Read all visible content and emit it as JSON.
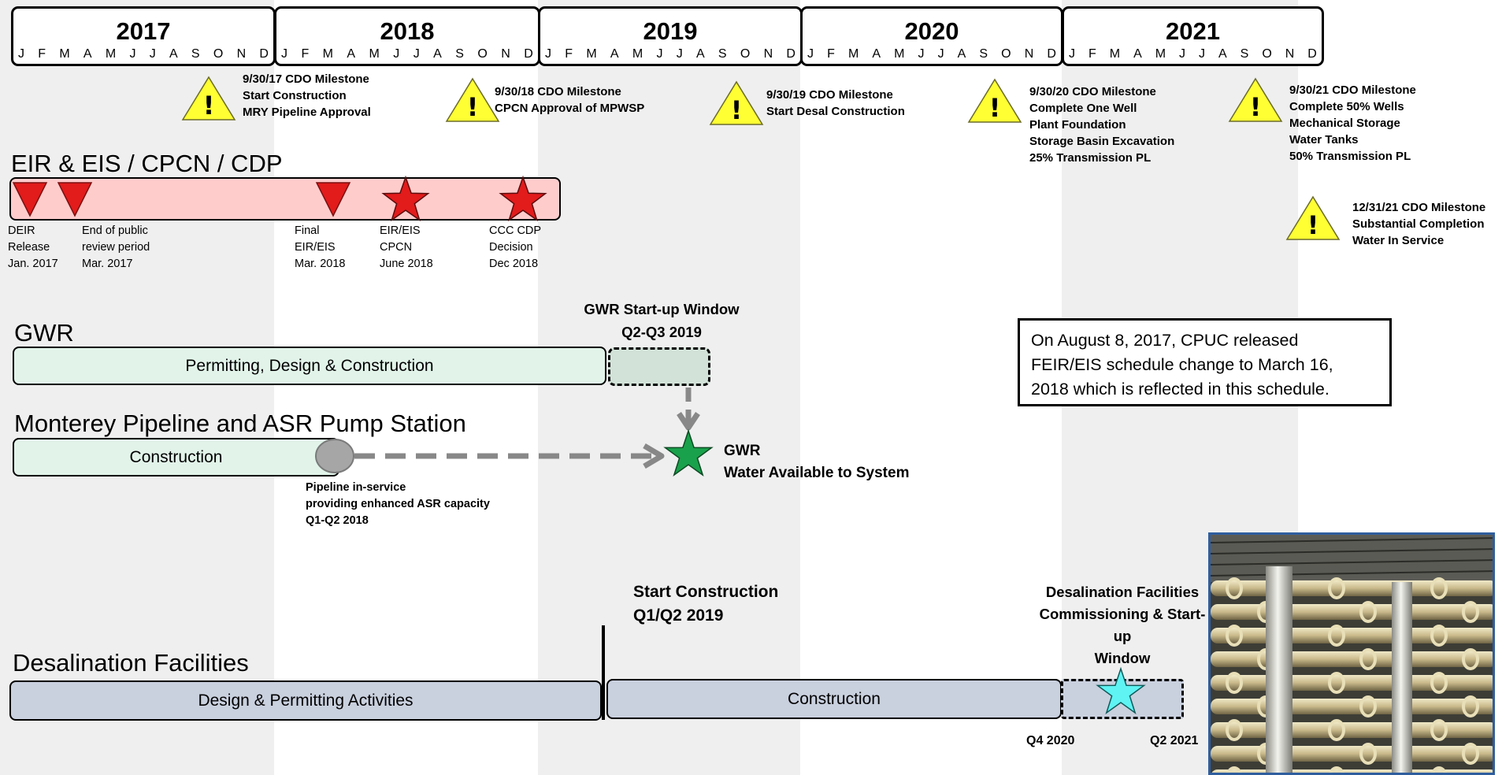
{
  "timeline": {
    "years": [
      {
        "label": "2017",
        "months": [
          "J",
          "F",
          "M",
          "A",
          "M",
          "J",
          "J",
          "A",
          "S",
          "O",
          "N",
          "D"
        ]
      },
      {
        "label": "2018",
        "months": [
          "J",
          "F",
          "M",
          "A",
          "M",
          "J",
          "J",
          "A",
          "S",
          "O",
          "N",
          "D"
        ]
      },
      {
        "label": "2019",
        "months": [
          "J",
          "F",
          "M",
          "A",
          "M",
          "J",
          "J",
          "A",
          "S",
          "O",
          "N",
          "D"
        ]
      },
      {
        "label": "2020",
        "months": [
          "J",
          "F",
          "M",
          "A",
          "M",
          "J",
          "J",
          "A",
          "S",
          "O",
          "N",
          "D"
        ]
      },
      {
        "label": "2021",
        "months": [
          "J",
          "F",
          "M",
          "A",
          "M",
          "J",
          "J",
          "A",
          "S",
          "O",
          "N",
          "D"
        ]
      }
    ]
  },
  "milestones": [
    {
      "lines": [
        "9/30/17 CDO Milestone",
        "Start Construction",
        "MRY Pipeline Approval"
      ]
    },
    {
      "lines": [
        "9/30/18 CDO Milestone",
        "CPCN Approval of MPWSP"
      ]
    },
    {
      "lines": [
        "9/30/19 CDO Milestone",
        "Start Desal Construction"
      ]
    },
    {
      "lines": [
        "9/30/20 CDO Milestone",
        "Complete One Well",
        "Plant Foundation",
        "Storage Basin Excavation",
        "25% Transmission PL"
      ]
    },
    {
      "lines": [
        "9/30/21 CDO Milestone",
        "Complete 50% Wells",
        "Mechanical Storage",
        "Water Tanks",
        "50% Transmission PL"
      ]
    },
    {
      "lines": [
        "12/31/21 CDO Milestone",
        "Substantial Completion",
        "Water In Service"
      ]
    }
  ],
  "eir": {
    "title": "EIR & EIS / CPCN / CDP",
    "markers": [
      {
        "symbol": "triangle",
        "lines": [
          "DEIR",
          "Release",
          "Jan. 2017"
        ]
      },
      {
        "symbol": "triangle",
        "lines": [
          "End of public",
          "review period",
          "Mar. 2017"
        ]
      },
      {
        "symbol": "triangle",
        "lines": [
          "Final",
          "EIR/EIS",
          "Mar. 2018"
        ]
      },
      {
        "symbol": "star",
        "lines": [
          "EIR/EIS",
          "CPCN",
          "June 2018"
        ]
      },
      {
        "symbol": "star",
        "lines": [
          "CCC CDP",
          "Decision",
          "Dec 2018"
        ]
      }
    ]
  },
  "gwr": {
    "title": "GWR",
    "bar_label": "Permitting, Design & Construction",
    "window_lines": [
      "GWR Start-up Window",
      "Q2-Q3 2019"
    ],
    "available_lines": [
      "GWR",
      "Water Available to System"
    ]
  },
  "pipeline": {
    "title": "Monterey Pipeline and ASR Pump Station",
    "bar_label": "Construction",
    "note_lines": [
      "Pipeline in-service",
      "providing enhanced ASR capacity",
      "Q1-Q2 2018"
    ]
  },
  "note": {
    "lines": [
      "On August 8, 2017, CPUC released",
      "FEIR/EIS schedule change to March 16,",
      "2018 which is reflected in this schedule."
    ]
  },
  "desal": {
    "title": "Desalination Facilities",
    "design_label": "Design & Permitting Activities",
    "construction_label": "Construction",
    "start_lines": [
      "Start Construction",
      "Q1/Q2 2019"
    ],
    "commission_lines": [
      "Desalination Facilities",
      "Commissioning & Start-",
      "up",
      "Window"
    ],
    "q4_label": "Q4 2020",
    "q2_label": "Q2 2021"
  },
  "colors": {
    "band": "#efefef",
    "warning_fill": "#ffff33",
    "eir_bar": "#ffcccc",
    "eir_marker": "#e21b1b",
    "gwr_bar": "#e2f4ea",
    "gwr_window": "#d2e2d8",
    "desal_bar": "#c9d0de",
    "green_star": "#1aa14b",
    "cyan_star": "#5ff3f3",
    "arrow_gray": "#888888"
  }
}
